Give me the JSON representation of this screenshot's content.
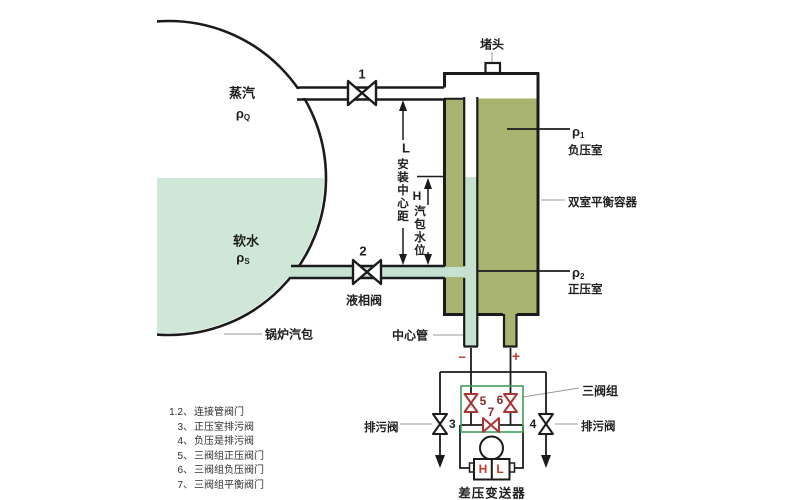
{
  "colors": {
    "olive": "#a7b36e",
    "drum_water": "#cfe7d6",
    "pipe_water": "#c7e1d1",
    "valve_red": "#a83535",
    "box_green": "#3fa05a",
    "accent_red": "#c0392b",
    "line_black": "#1b1b1b",
    "leader_gray": "#9a9a9a"
  },
  "drum": {
    "steam": "蒸汽",
    "steam_rho": "ρ",
    "steam_rho_sub": "Q",
    "water": "软水",
    "water_rho": "ρ",
    "water_rho_sub": "S",
    "label": "锅炉汽包"
  },
  "vessel": {
    "plug": "堵头",
    "label": "双室平衡容器",
    "center_tube": "中心管",
    "rho1": "ρ",
    "rho1_sub": "1",
    "neg_chamber": "负压室",
    "rho2": "ρ",
    "rho2_sub": "2",
    "pos_chamber": "正压室"
  },
  "dims": {
    "l": "L",
    "l_text": "安装中心距",
    "h": "H",
    "h_text": "汽包水位"
  },
  "valves": {
    "v1": "1",
    "v2": "2",
    "v3": "3",
    "v4": "4",
    "v5": "5",
    "v6": "6",
    "v7": "7",
    "liquid": "液相阀",
    "drain_left": "排污阀",
    "drain_right": "排污阀",
    "group": "三阀组"
  },
  "transmitter": {
    "h": "H",
    "l": "L",
    "label": "差压变送器",
    "minus": "−",
    "plus": "+"
  },
  "legend": {
    "items": [
      {
        "num": "1.2、",
        "text": "连接管阀门"
      },
      {
        "num": "3、",
        "text": "正压室排污阀"
      },
      {
        "num": "4、",
        "text": "负压是排污阀"
      },
      {
        "num": "5、",
        "text": "三阀组正压阀门"
      },
      {
        "num": "6、",
        "text": "三阀组负压阀门"
      },
      {
        "num": "7、",
        "text": "三阀组平衡阀门"
      }
    ]
  }
}
